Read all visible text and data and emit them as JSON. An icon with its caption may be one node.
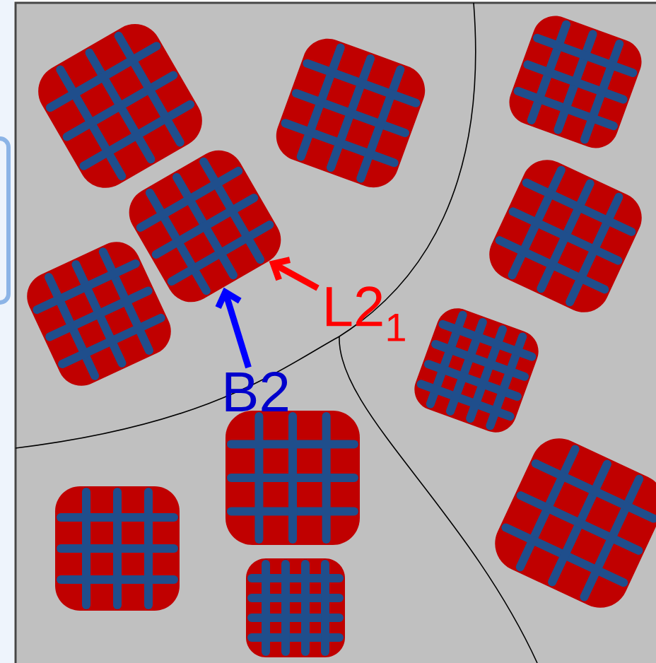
{
  "diagram": {
    "nodes": [
      {
        "text": [
          "B2"
        ]
      },
      {
        "text": [
          "L2$_{1}$"
        ]
      },
      {
        "text": [],
        "shape": "box"
      }
    ],
    "edges": [
      {
        "from": 0,
        "to": 2,
        "arrow": "to",
        "color": "#0000ff"
      },
      {
        "from": 1,
        "to": 2,
        "arrow": "to",
        "color": "#ff0000"
      }
    ]
  }
}
